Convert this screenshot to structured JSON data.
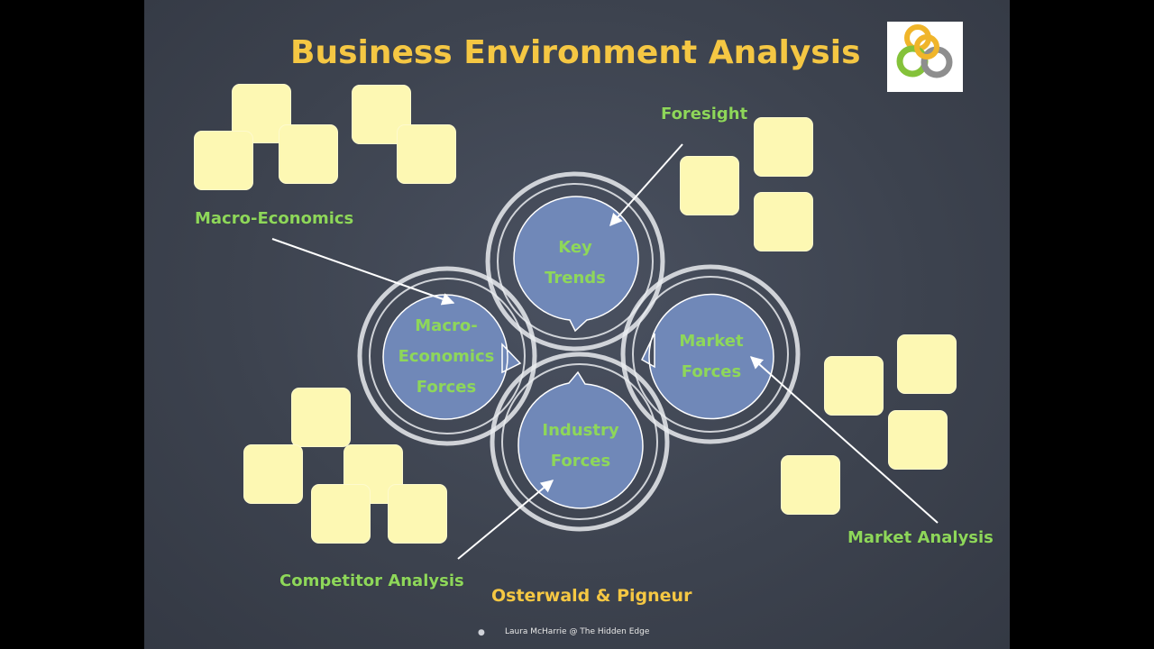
{
  "title": "Business Environment Analysis",
  "credit": "Osterwald & Pigneur",
  "footer": "Laura McHarrie @ The Hidden Edge",
  "colors": {
    "title": "#f5c743",
    "label": "#8ed75a",
    "circle_fill": "#7088b8",
    "note": "#fdf8b3",
    "board": "#3d434f"
  },
  "center": {
    "key_trends": [
      "Key",
      "Trends"
    ],
    "market_forces": [
      "Market",
      "Forces"
    ],
    "industry_forces": [
      "Industry",
      "Forces"
    ],
    "macro_forces": [
      "Macro-",
      "Economics",
      "Forces"
    ]
  },
  "labels": {
    "foresight": "Foresight",
    "macro": "Macro-Economics",
    "market": "Market Analysis",
    "competitor": "Competitor Analysis"
  },
  "logo": "interlocking-rings-logo"
}
